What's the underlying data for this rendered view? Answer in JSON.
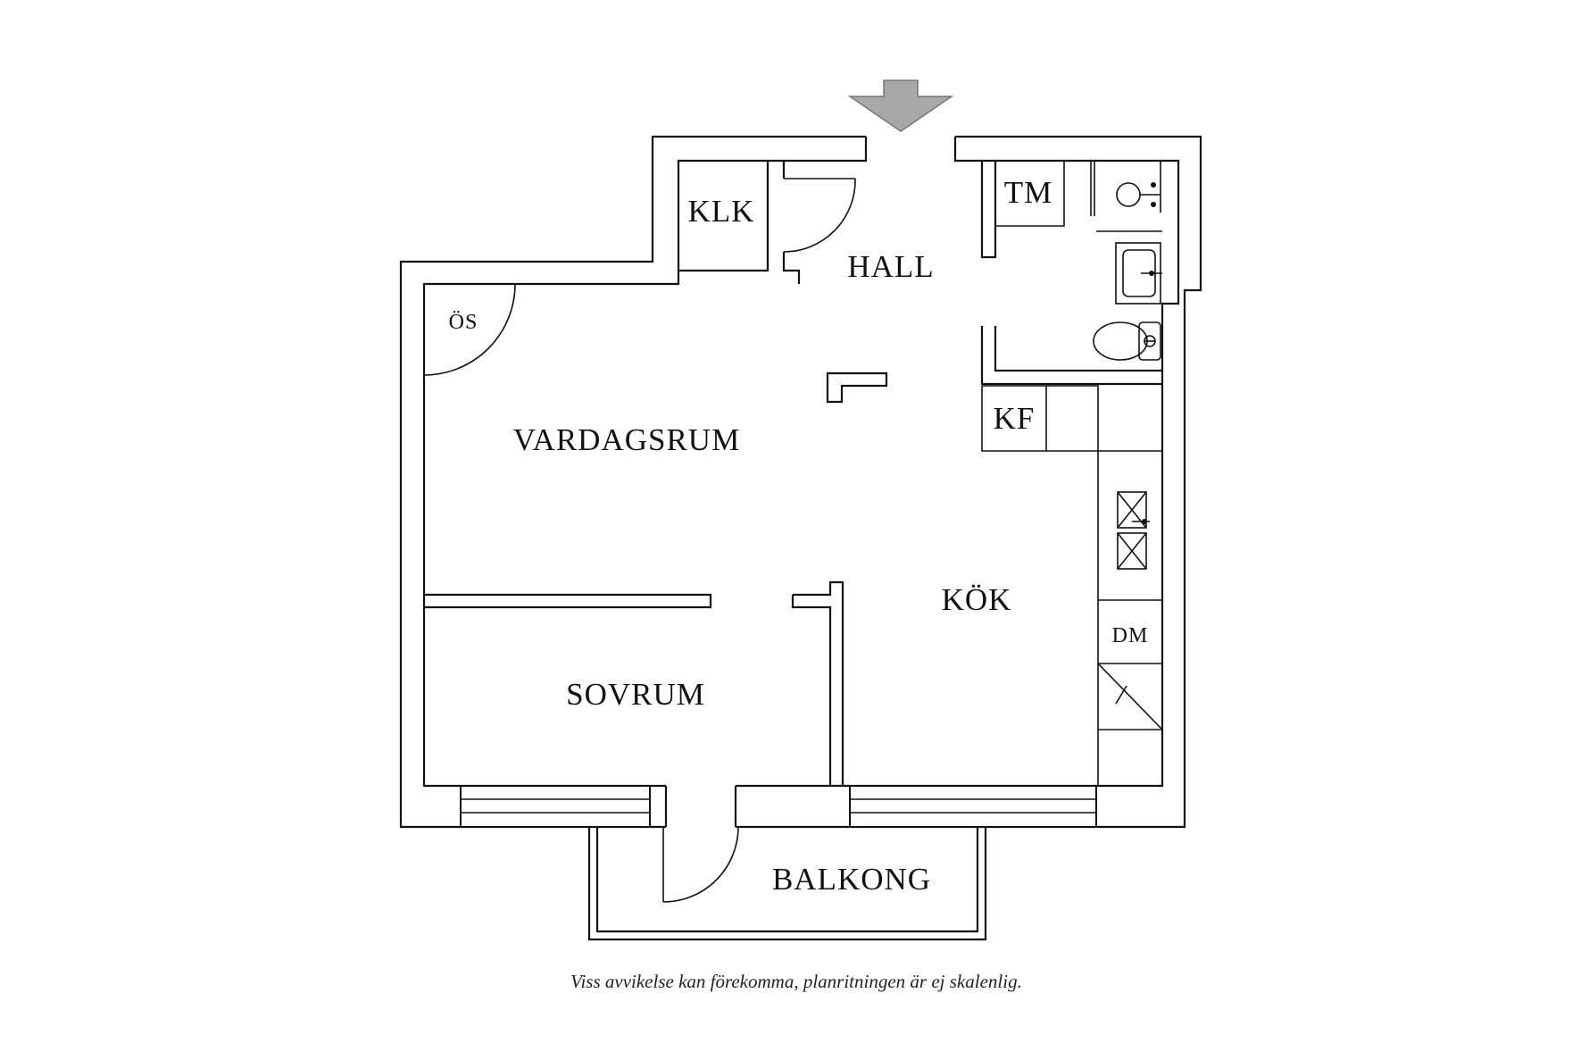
{
  "plan": {
    "rooms": {
      "klk": "KLK",
      "hall": "HALL",
      "tm": "TM",
      "os": "ÖS",
      "vardagsrum": "VARDAGSRUM",
      "kf": "KF",
      "kok": "KÖK",
      "dm": "DM",
      "sovrum": "SOVRUM",
      "balkong": "BALKONG"
    },
    "caption": "Viss avvikelse kan förekomma, planritningen är ej skalenlig."
  },
  "colors": {
    "wall": "#111111",
    "entrance_arrow": "#a8a8a8",
    "background": "#ffffff"
  },
  "icons": [
    "entrance-arrow-icon",
    "toilet-icon",
    "washbasin-icon",
    "shower-icon",
    "sink-icon",
    "stove-icon"
  ]
}
